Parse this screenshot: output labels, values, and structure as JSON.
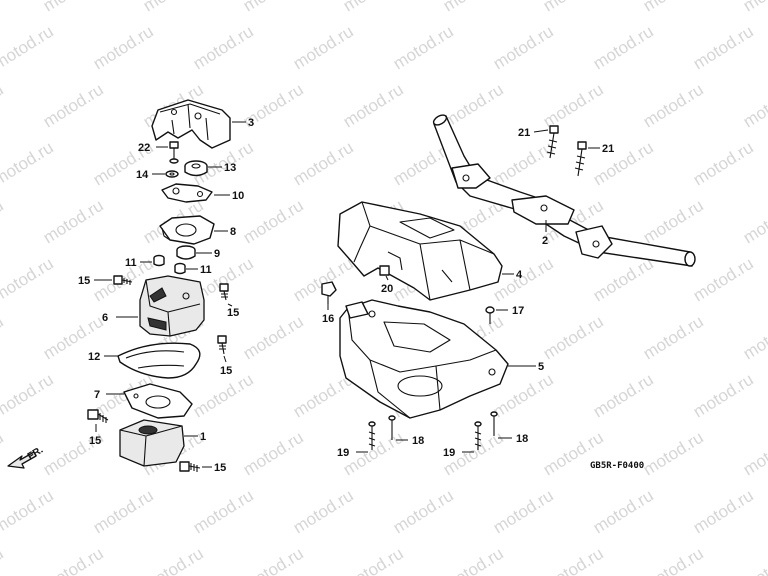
{
  "watermark": "motod.ru",
  "diagram_code": "GB5R-F0400",
  "front_label": "FR.",
  "callouts": {
    "c1": "1",
    "c2": "2",
    "c3": "3",
    "c4": "4",
    "c5": "5",
    "c6": "6",
    "c7": "7",
    "c8": "8",
    "c9": "9",
    "c10": "10",
    "c11a": "11",
    "c11b": "11",
    "c12": "12",
    "c13": "13",
    "c14": "14",
    "c15a": "15",
    "c15b": "15",
    "c15c": "15",
    "c15d": "15",
    "c15e": "15",
    "c16": "16",
    "c17": "17",
    "c18a": "18",
    "c18b": "18",
    "c19a": "19",
    "c19b": "19",
    "c20": "20",
    "c21a": "21",
    "c21b": "21",
    "c22": "22"
  }
}
